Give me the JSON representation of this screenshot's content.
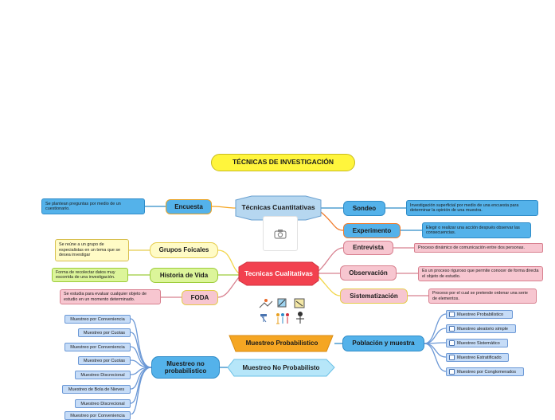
{
  "title": "TÉCNICAS DE INVESTIGACIÓN",
  "cuantitativas": {
    "label": "Técnicas Cuantitativas",
    "encuesta": {
      "label": "Encuesta",
      "note": "Se plantean preguntas por medio de un cuestionario."
    },
    "sondeo": {
      "label": "Sondeo",
      "note": "Investigación superficial por medio de una encuesta para determinar la opinión de una muestra."
    },
    "experimento": {
      "label": "Experimento",
      "note": "Elegir o realizar una acción después observar las consecuencias."
    }
  },
  "cualitativas": {
    "label": "Tecnicas Cualitativas",
    "grupos": {
      "label": "Grupos Foicales",
      "note": "Se reúne a un grupo de especialistas en un tema que se desea investigar"
    },
    "historia": {
      "label": "Historia de Vida",
      "note": "Forma de recolectar datos muy escorrida de una investigación."
    },
    "foda": {
      "label": "FODA",
      "note": "Se estudia para evaluar cualquier objeto de estudio en un momento determinado."
    },
    "entrevista": {
      "label": "Entrevista",
      "note": "Proceso dinámico de comunicación entre dos personas."
    },
    "observacion": {
      "label": "Observación",
      "note": "Es un proceso riguroso que permite conocer de forma directa el objeto de estudio."
    },
    "sistematizacion": {
      "label": "Sistematización",
      "note": "Proceso por el cual se pretende ordenar una serie de elementos."
    }
  },
  "probabilistico": {
    "label": "Muestreo Probabilistico",
    "poblacion": "Población y muestra",
    "tipos": [
      "Muestreo Probabilistico",
      "Muestreo aleatorio simple",
      "Muestreo Sistemático",
      "Muestreo Estratificado",
      "Muestreo por Conglomerados"
    ]
  },
  "no_probabilistico": {
    "label": "Muestreo No Probabilisto",
    "hub": "Muestreo no probabilistico",
    "tipos": [
      "Muestreo por Conveniencia",
      "Muestreo por Cuotas",
      "Muestreo por Conveniencia",
      "Muestreo por Cuotas",
      "Muestreo Discrecional",
      "Muestreo de Bola de Nieves",
      "Muestreo Discrecional",
      "Muestreo por Conveniencia"
    ]
  },
  "colors": {
    "blue": "#54b2ea",
    "pink": "#f7c6d0",
    "yellow": "#fffbc6",
    "green": "#dcf59a",
    "red": "#f2414f",
    "orange": "#f5a623",
    "cyan": "#b6e6f9"
  },
  "icons": [
    "image-placeholder-icon",
    "people-clipart-icon"
  ]
}
